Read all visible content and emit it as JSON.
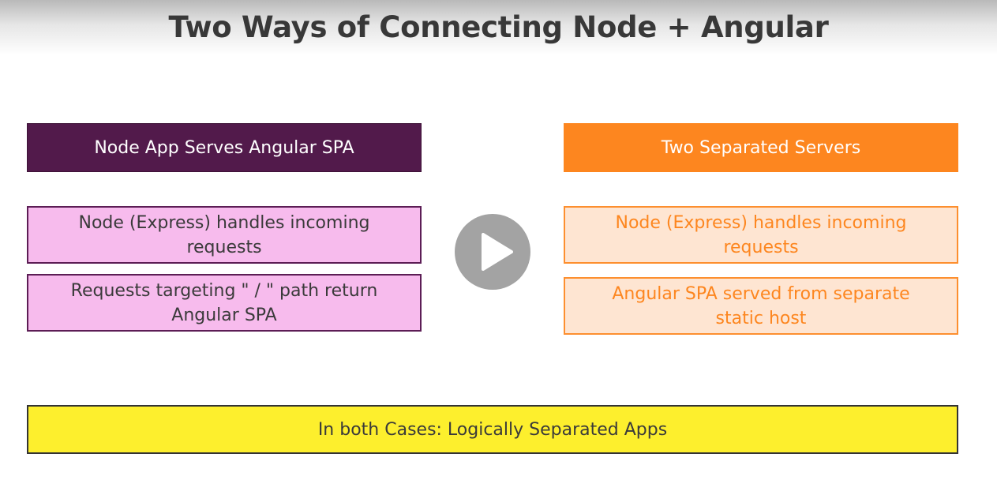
{
  "title": "Two Ways of Connecting Node + Angular",
  "left": {
    "header": "Node App Serves Angular SPA",
    "items": [
      {
        "lines": [
          "Node (Express) handles incoming",
          "requests"
        ]
      },
      {
        "lines": [
          "Requests targeting \" / \" path return",
          "Angular SPA"
        ]
      }
    ]
  },
  "right": {
    "header": "Two Separated Servers",
    "items": [
      {
        "lines": [
          "Node (Express) handles incoming",
          "requests"
        ]
      },
      {
        "lines": [
          "Angular SPA served from separate",
          "static host"
        ]
      }
    ]
  },
  "footer": "In both Cases: Logically Separated Apps",
  "play_button": {
    "icon": "play-icon"
  },
  "colors": {
    "left_header_bg": "#521a4b",
    "right_header_bg": "#fd861f",
    "left_item_bg": "#f7bbed",
    "right_item_bg": "#fee5d2",
    "footer_bg": "#fdef2d"
  }
}
